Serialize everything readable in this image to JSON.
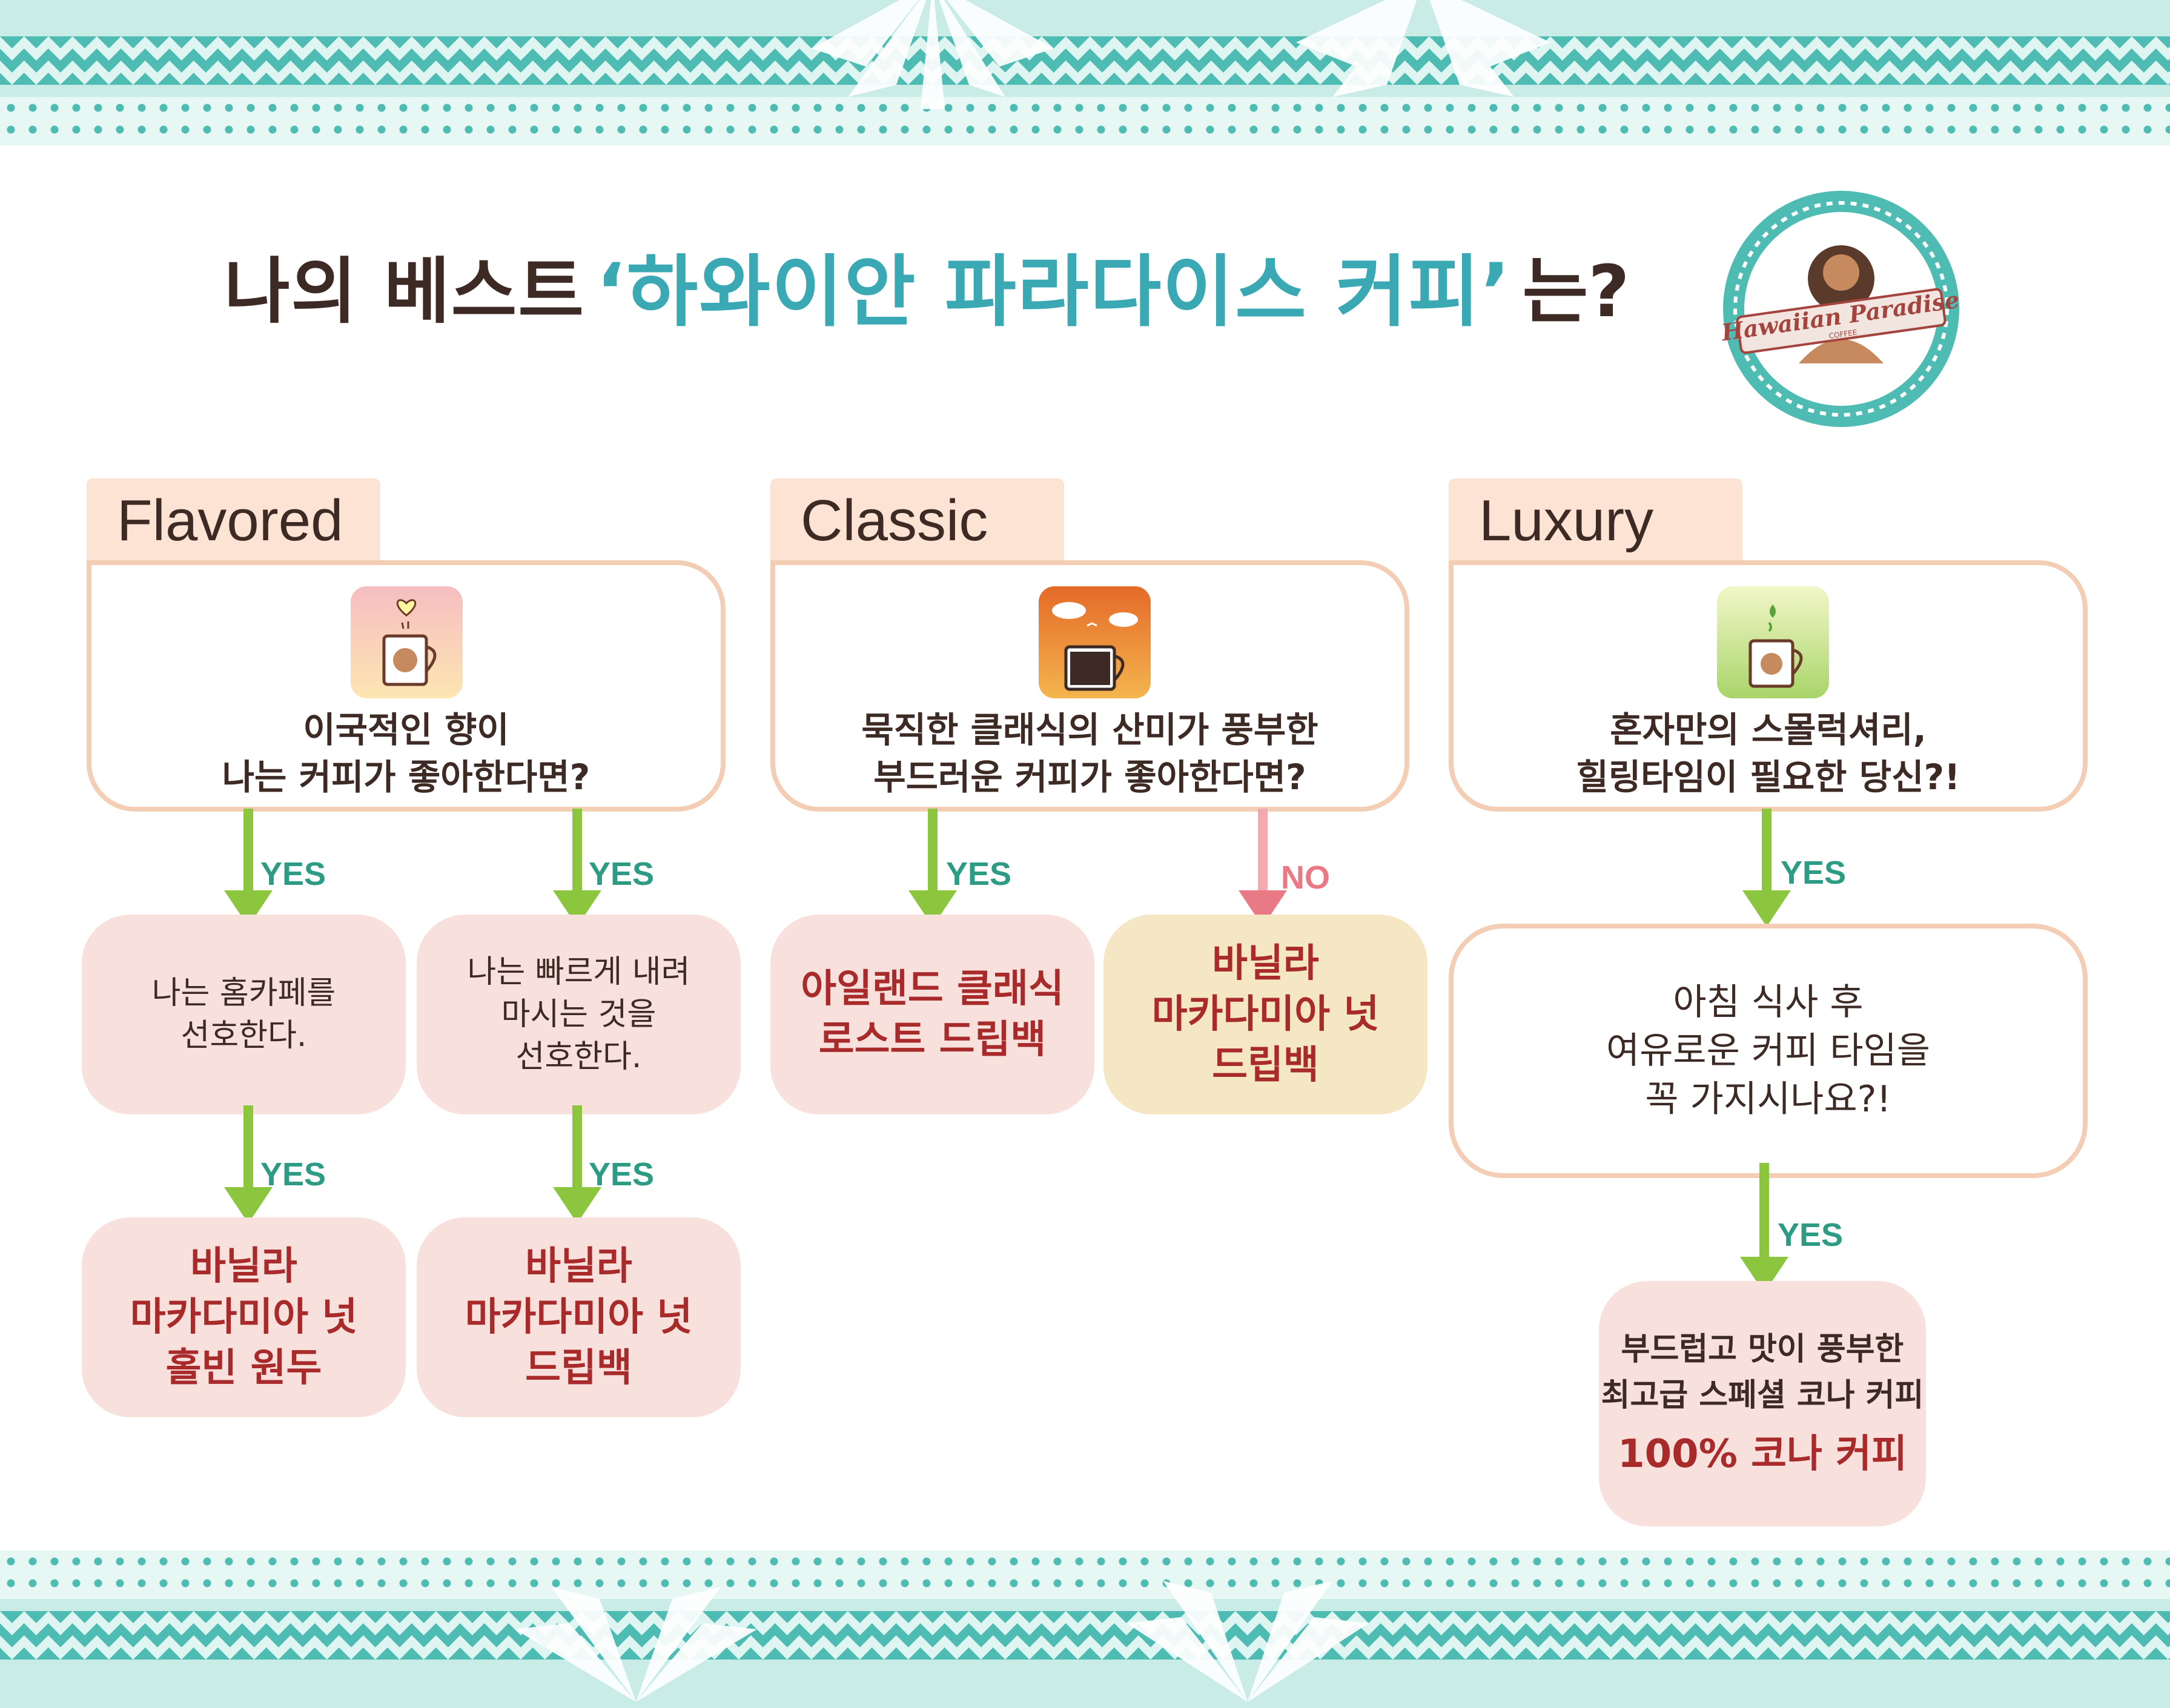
{
  "title": {
    "prefix": "나의 베스트",
    "highlight": "‘하와이안 파라다이스 커피’",
    "suffix": "는?"
  },
  "logo": {
    "brand": "Hawaiian Paradise",
    "sub": "COFFEE"
  },
  "columns": {
    "flavored": {
      "tab": "Flavored",
      "question_line1": "이국적인 향이",
      "question_line2": "나는 커피가 좋아한다면?",
      "yes_label": "YES",
      "left": {
        "text_line1": "나는 홈카페를",
        "text_line2": "선호한다.",
        "result_line1": "바닐라",
        "result_line2": "마카다미아 넛",
        "result_line3": "홀빈 원두"
      },
      "right": {
        "text_line1": "나는 빠르게 내려",
        "text_line2": "마시는 것을",
        "text_line3": "선호한다.",
        "result_line1": "바닐라",
        "result_line2": "마카다미아 넛",
        "result_line3": "드립백"
      }
    },
    "classic": {
      "tab": "Classic",
      "question_line1": "묵직한 클래식의 산미가 풍부한",
      "question_line2": "부드러운 커피가 좋아한다면?",
      "yes_label": "YES",
      "no_label": "NO",
      "yes_result_line1": "아일랜드 클래식",
      "yes_result_line2": "로스트 드립백",
      "no_result_line1": "바닐라",
      "no_result_line2": "마카다미아 넛",
      "no_result_line3": "드립백"
    },
    "luxury": {
      "tab": "Luxury",
      "question_line1": "혼자만의 스몰럭셔리,",
      "question_line2": "힐링타임이 필요한 당신?!",
      "yes_label": "YES",
      "step_line1": "아침 식사 후",
      "step_line2": "여유로운 커피 타임을",
      "step_line3": "꼭 가지시나요?!",
      "result_line1": "부드럽고 맛이 풍부한",
      "result_line2": "최고급 스페셜 코나 커피",
      "result_line3": "100% 코나 커피"
    }
  },
  "colors": {
    "teal": "#4fbcb4",
    "brown": "#3d2a24",
    "result_red": "#a82a2a",
    "arrow_green": "#8cc63f",
    "no_pink": "#e97a85"
  }
}
